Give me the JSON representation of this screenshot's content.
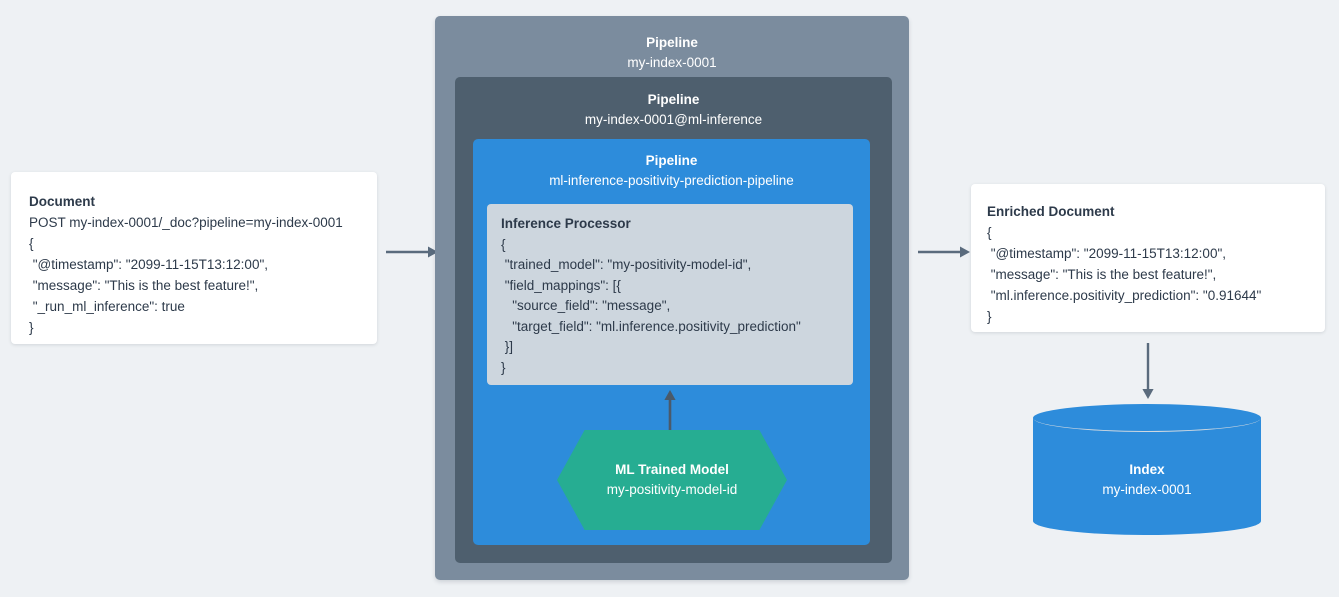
{
  "background_color": "#eef1f4",
  "palette": {
    "outer_frame": "#7b8c9e",
    "mid_frame": "#4e5f6e",
    "inner_frame": "#2d8cdb",
    "processor_card": "#cdd6de",
    "model_hexagon": "#26ad92",
    "index_cylinder": "#2d8cdb",
    "arrow": "#5a6b7d",
    "card_background": "#ffffff",
    "text_dark": "#2d3a4a",
    "text_light": "#ffffff"
  },
  "document": {
    "title": "Document",
    "lines": [
      "POST my-index-0001/_doc?pipeline=my-index-0001",
      "{",
      " \"@timestamp\": \"2099-11-15T13:12:00\",",
      " \"message\": \"This is the best feature!\",",
      " \"_run_ml_inference\": true",
      "}"
    ]
  },
  "pipeline_outer": {
    "kind": "Pipeline",
    "name": "my-index-0001"
  },
  "pipeline_mid": {
    "kind": "Pipeline",
    "name": "my-index-0001@ml-inference"
  },
  "pipeline_inner": {
    "kind": "Pipeline",
    "name": "ml-inference-positivity-prediction-pipeline"
  },
  "inference_processor": {
    "title": "Inference Processor",
    "lines": [
      "{",
      " \"trained_model\": \"my-positivity-model-id\",",
      " \"field_mappings\": [{",
      "   \"source_field\": \"message\",",
      "   \"target_field\": \"ml.inference.positivity_prediction\"",
      " }]",
      "}"
    ]
  },
  "trained_model": {
    "kind": "ML Trained Model",
    "name": "my-positivity-model-id"
  },
  "enriched_document": {
    "title": "Enriched Document",
    "lines": [
      "{",
      " \"@timestamp\": \"2099-11-15T13:12:00\",",
      " \"message\": \"This is the best feature!\",",
      " \"ml.inference.positivity_prediction\": \"0.91644\"",
      "}"
    ]
  },
  "index": {
    "kind": "Index",
    "name": "my-index-0001"
  },
  "arrows": {
    "document_to_pipeline": "arrow-right-icon",
    "pipeline_to_enriched": "arrow-right-icon",
    "model_to_processor": "arrow-up-icon",
    "enriched_to_index": "arrow-down-icon"
  }
}
